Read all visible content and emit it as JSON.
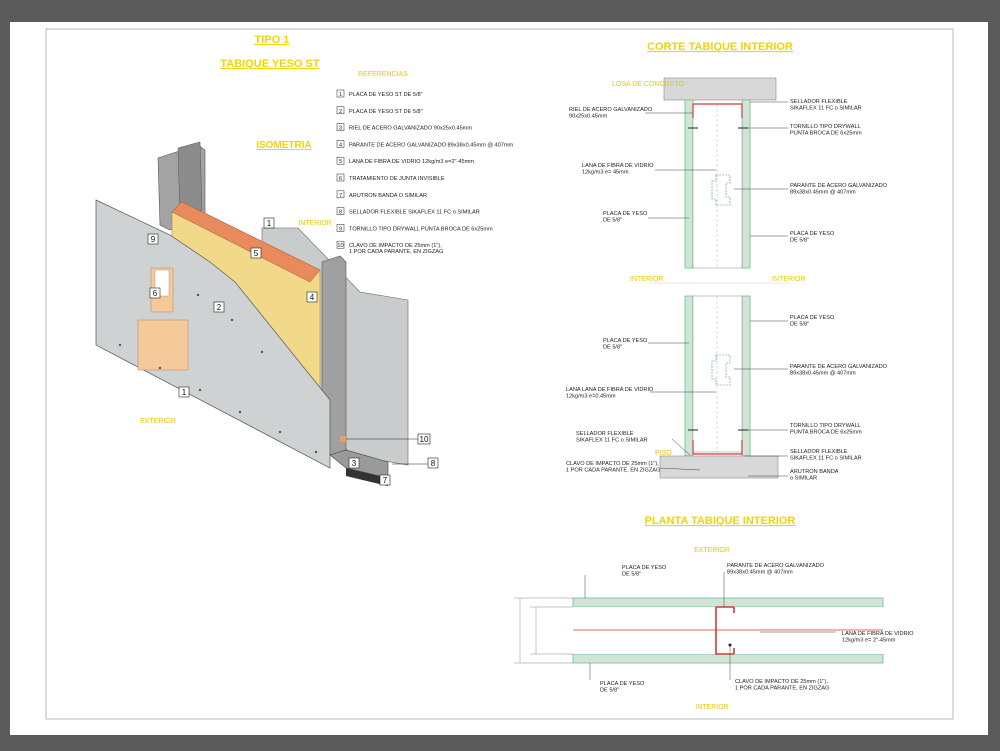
{
  "colors": {
    "background": "#ffffff",
    "frame": "#5a5a5a",
    "title": "#f2d400",
    "gypsum": "#cfd3d3",
    "steel": "#9a9a9a",
    "wool": "#f2d98a",
    "sealant": "#d23a3a",
    "green": "#6cc08a"
  },
  "isometric": {
    "tipo": "TIPO 1",
    "title": "TABIQUE YESO ST",
    "subtitle": "ISOMETRIA",
    "legend_heading": "REFERENCIAS",
    "interior": "INTERIOR",
    "exterior": "EXTERIOR",
    "legend": [
      {
        "n": "1",
        "text": "PLACA DE YESO ST DE 5/8\""
      },
      {
        "n": "2",
        "text": "PLACA DE YESO ST DE 5/8\""
      },
      {
        "n": "3",
        "text": "RIEL DE ACERO GALVANIZADO 90x25x0.45mm"
      },
      {
        "n": "4",
        "text": "PARANTE DE ACERO GALVANIZADO 89x38x0.45mm @ 407mm"
      },
      {
        "n": "5",
        "text": "LANA DE FIBRA DE VIDRIO 12kg/m3 e=2\"-45mm"
      },
      {
        "n": "6",
        "text": "TRATAMIENTO DE JUNTA INVISIBLE"
      },
      {
        "n": "7",
        "text": "ARUTRON BANDA O SIMILAR"
      },
      {
        "n": "8",
        "text": "SELLADOR FLEXIBLE SIKAFLEX 11 FC o SIMILAR"
      },
      {
        "n": "9",
        "text": "TORNILLO TIPO DRYWALL PUNTA BROCA DE 6x25mm"
      },
      {
        "n": "10",
        "text": "CLAVO DE IMPACTO DE 25mm (1\"),",
        "text2": "1 POR CADA PARANTE, EN ZIGZAG"
      }
    ]
  },
  "section": {
    "title": "CORTE TABIQUE INTERIOR",
    "losa": "LOSA DE CONCRETO",
    "interior_l": "INTERIOR",
    "interior_r": "INTERIOR",
    "piso": "PISO",
    "notes": {
      "sellador_top": [
        "SELLADOR FLEXIBLE",
        "SIKAFLEX 11 FC o SIMILAR"
      ],
      "riel": [
        "RIEL DE ACERO GALVANIZADO",
        "90x25x0.45mm"
      ],
      "tornillo_top": [
        "TORNILLO TIPO DRYWALL",
        "PUNTA BROCA DE 6x25mm"
      ],
      "lana_top": [
        "LANA DE FIBRA DE VIDRIO",
        "12kg/m3 e= 45mm"
      ],
      "parante_top": [
        "PARANTE DE ACERO GALVANIZADO",
        "89x38x0.45mm @ 407mm"
      ],
      "placa_l_top": [
        "PLACA DE YESO",
        "DE 5/8\""
      ],
      "placa_r_top": [
        "PLACA DE YESO",
        "DE 5/8\""
      ],
      "placa_r_bot": [
        "PLACA DE YESO",
        "DE 5/8\""
      ],
      "placa_l_bot": [
        "PLACA DE YESO",
        "DE 5/8\""
      ],
      "parante_bot": [
        "PARANTE DE ACERO GALVANIZADO",
        "89x38x0.45mm @ 407mm"
      ],
      "lana_bot": [
        "LANA LANA DE FIBRA DE VIDRIO",
        "12kg/m3 e=0.45mm"
      ],
      "tornillo_bot": [
        "TORNILLO TIPO DRYWALL",
        "PUNTA BROCA DE 6x25mm"
      ],
      "sellador_bl": [
        "SELLADOR FLEXIBLE",
        "SIKAFLEX 11 FC o SIMILAR"
      ],
      "sellador_br": [
        "SELLADOR FLEXIBLE",
        "SIKAFLEX 11 FC o SIMILAR"
      ],
      "clavo": [
        "CLAVO DE IMPACTO DE 25mm (1\"),",
        "1 POR CADA PARANTE, EN ZIGZAG"
      ],
      "arutron": [
        "ARUTRON BANDA",
        "o SIMILAR"
      ]
    }
  },
  "plan": {
    "title": "PLANTA TABIQUE INTERIOR",
    "exterior": "EXTERIOR",
    "interior": "INTERIOR",
    "notes": {
      "placa_top": [
        "PLACA DE YESO",
        "DE 5/8\""
      ],
      "parante": [
        "PARANTE DE ACERO GALVANIZADO",
        "89x38x0.45mm @ 407mm"
      ],
      "lana": [
        "LANA DE FIBRA DE VIDRIO",
        "12kg/m3 e= 2\"-45mm"
      ],
      "clavo": [
        "CLAVO DE IMPACTO DE 25mm (1\"),",
        "1 POR CADA PARANTE, EN ZIGZAG"
      ],
      "placa_bot": [
        "PLACA DE YESO",
        "DE 5/8\""
      ]
    }
  }
}
